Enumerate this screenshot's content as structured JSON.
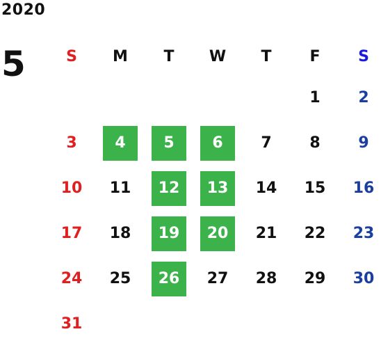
{
  "calendar": {
    "year": "2020",
    "month": "5",
    "weekdays": [
      "S",
      "M",
      "T",
      "W",
      "T",
      "F",
      "S"
    ],
    "weeks": [
      [
        "",
        "",
        "",
        "",
        "",
        "1",
        "2"
      ],
      [
        "3",
        "4",
        "5",
        "6",
        "7",
        "8",
        "9"
      ],
      [
        "10",
        "11",
        "12",
        "13",
        "14",
        "15",
        "16"
      ],
      [
        "17",
        "18",
        "19",
        "20",
        "21",
        "22",
        "23"
      ],
      [
        "24",
        "25",
        "26",
        "27",
        "28",
        "29",
        "30"
      ],
      [
        "31",
        "",
        "",
        "",
        "",
        "",
        ""
      ]
    ],
    "highlighted_days": [
      "4",
      "5",
      "6",
      "12",
      "13",
      "19",
      "20",
      "26"
    ],
    "colors": {
      "sunday": "#e02020",
      "saturday": "#1a3fa0",
      "saturday_header": "#1a1ae0",
      "highlight": "#3cb34a",
      "text": "#111111"
    }
  }
}
